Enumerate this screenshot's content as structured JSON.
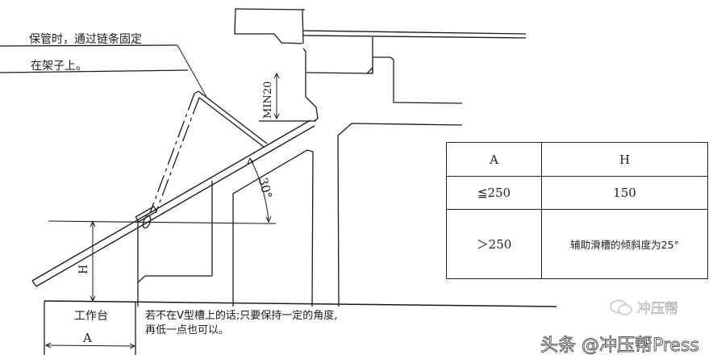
{
  "diagram": {
    "notes": {
      "storage_line1": "保管时，通过链条固定",
      "storage_line2": "在架子上。",
      "min_clearance": "MIN20",
      "angle": "30°",
      "height_symbol": "H",
      "workbench": "工作台",
      "width_symbol": "A",
      "condition_line1": "若不在V型槽上的话;只要保持一定的角度,",
      "condition_line2": "再低一点也可以。"
    },
    "table": {
      "headers": [
        "A",
        "H"
      ],
      "rows": [
        [
          "≦250",
          "150"
        ],
        [
          "＞250",
          "辅助滑槽的倾斜度为25°"
        ]
      ]
    },
    "watermark": {
      "top": "冲压帮",
      "main": "头条 @冲压帮Press"
    },
    "colors": {
      "line": "#1a1a1a",
      "background": "#ffffff"
    }
  }
}
